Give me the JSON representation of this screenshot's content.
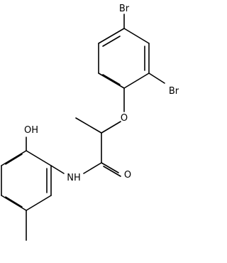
{
  "structure": {
    "atoms": {
      "br_top": "Br",
      "br_right": "Br",
      "o_ether": "O",
      "o_carbonyl": "O",
      "nh": "NH",
      "oh": "OH"
    }
  },
  "colors": {
    "bond": "#000000",
    "text": "#000000",
    "background": "#ffffff"
  }
}
